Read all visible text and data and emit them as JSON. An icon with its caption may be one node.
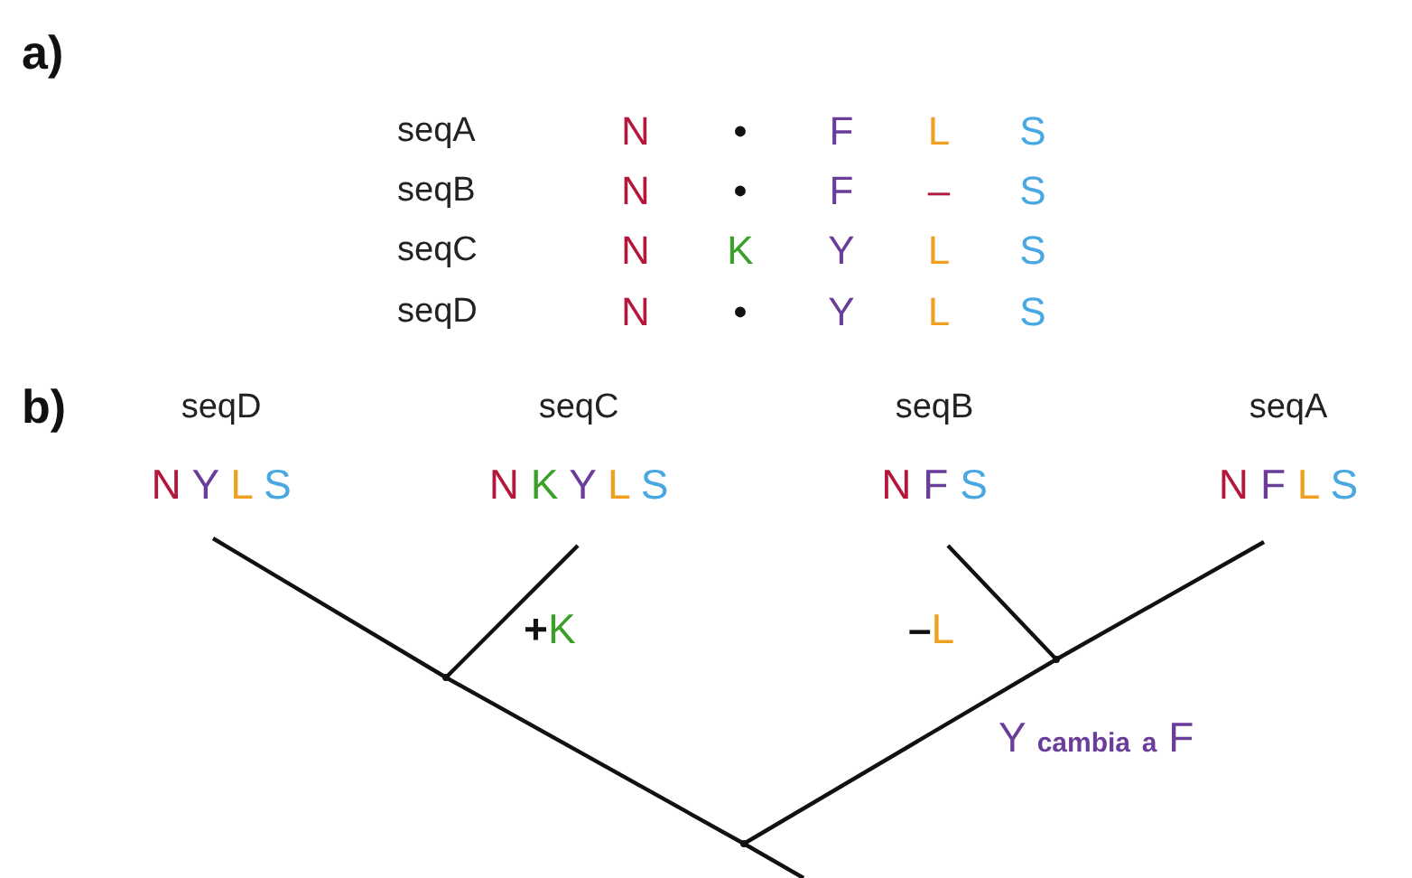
{
  "diagram": {
    "nodes": [
      {
        "text": [
          "seqD",
          "N Y L S"
        ]
      },
      {
        "text": [
          "seqC",
          "N K Y L S"
        ]
      },
      {
        "text": [
          "seqB",
          "N F S"
        ]
      },
      {
        "text": [
          "seqA",
          "N F L S"
        ]
      },
      {
        "text": [],
        "shape": "point"
      },
      {
        "text": [],
        "shape": "point"
      },
      {
        "text": [],
        "shape": "point"
      }
    ],
    "edges": [
      {
        "from": 4,
        "to": 5,
        "arrow": "none"
      },
      {
        "from": 4,
        "to": 6,
        "arrow": "none",
        "label": "Y cambia a F"
      },
      {
        "from": 5,
        "to": 0,
        "arrow": "none"
      },
      {
        "from": 5,
        "to": 1,
        "arrow": "none",
        "label": "+K"
      },
      {
        "from": 6,
        "to": 2,
        "arrow": "none",
        "label": "–L"
      },
      {
        "from": 6,
        "to": 3,
        "arrow": "none"
      },
      {
        "from": null,
        "to": 4,
        "arrow": "none"
      }
    ],
    "labels": [
      "a)",
      "seqA",
      "N",
      "•",
      "F",
      "L",
      "S",
      "seqB",
      "N",
      "•",
      "F",
      "–",
      "S",
      "seqC",
      "N",
      "K",
      "Y",
      "L",
      "S",
      "seqD",
      "N",
      "•",
      "Y",
      "L",
      "S",
      "b)"
    ]
  }
}
